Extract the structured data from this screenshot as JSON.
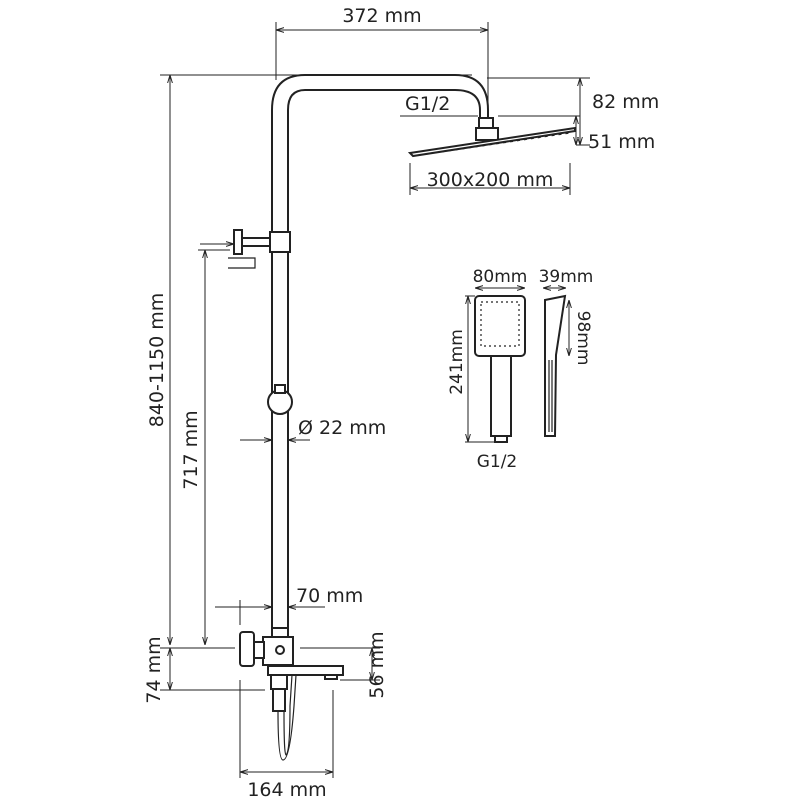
{
  "title": "Shower system dimensional drawing",
  "dimensions": {
    "arm_reach": "372 mm",
    "head_drop": "82 mm",
    "head_thread": "G1/2",
    "head_thickness": "51 mm",
    "head_size": "300x200 mm",
    "hand_width": "80mm",
    "hand_depth": "39mm",
    "hand_length": "241mm",
    "hand_head_length": "98mm",
    "hand_thread": "G1/2",
    "total_height": "840-1150 mm",
    "rail_height": "717 mm",
    "pipe_diameter": "Ø 22 mm",
    "wall_offset": "70 mm",
    "mixer_height": "74 mm",
    "spout_height": "56 mm",
    "mixer_width": "164 mm"
  }
}
